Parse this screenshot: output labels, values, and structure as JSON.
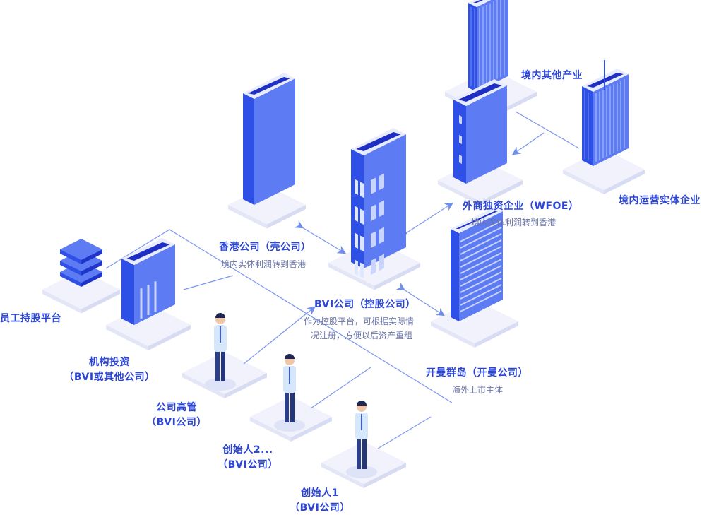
{
  "colors": {
    "primary": "#2f50e6",
    "dark": "#2233c9",
    "light": "#6f8ff0",
    "label": "#2b45d6",
    "platform": "#eef0fb"
  },
  "nodes": {
    "domestic_other": {
      "title": "境内其他产业"
    },
    "domestic_operating": {
      "title": "境内运营实体企业"
    },
    "wfoe": {
      "title": "外商独资企业（WFOE）",
      "subtitle": "境内实体利润转到香港"
    },
    "hk": {
      "title": "香港公司（壳公司）",
      "subtitle": "境内实体利润转到香港"
    },
    "bvi": {
      "title": "BVI公司（控股公司）",
      "desc_line1": "作为控股平台，可根据实际情",
      "desc_line2": "况注册，方便以后资产重组"
    },
    "cayman": {
      "title": "开曼群岛（开曼公司）",
      "subtitle": "海外上市主体"
    },
    "esop": {
      "title": "员工持股平台"
    },
    "institution": {
      "title": "机构投资",
      "subtitle": "（BVI或其他公司）"
    },
    "executives": {
      "title": "公司高管",
      "subtitle": "（BVI公司）"
    },
    "founder2": {
      "title": "创始人2...",
      "subtitle": "（BVI公司）"
    },
    "founder1": {
      "title": "创始人1",
      "subtitle": "（BVI公司）"
    }
  }
}
